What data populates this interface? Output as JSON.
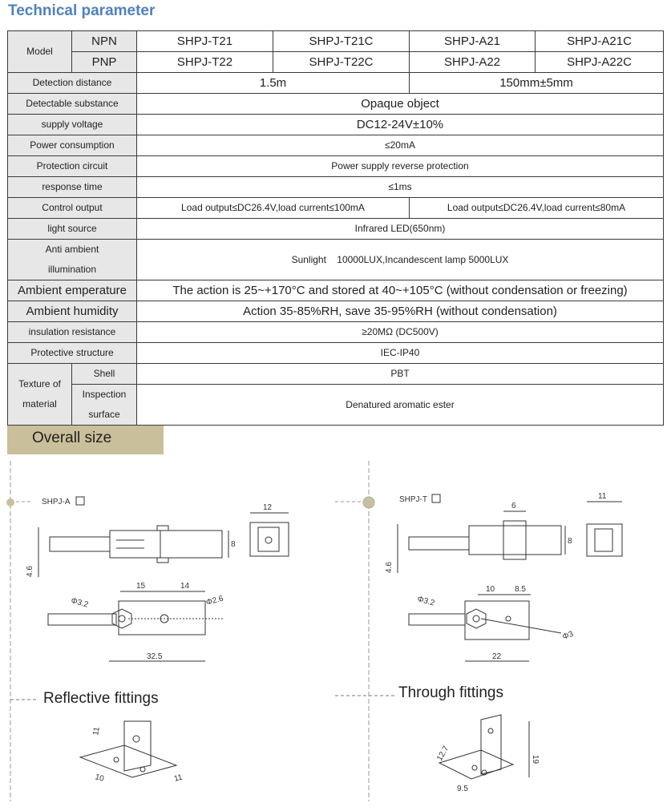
{
  "section_title": "Technical parameter",
  "table": {
    "model_label": "Model",
    "npn_label": "NPN",
    "pnp_label": "PNP",
    "npn_models": [
      "SHPJ-T21",
      "SHPJ-T21C",
      "SHPJ-A21",
      "SHPJ-A21C"
    ],
    "pnp_models": [
      "SHPJ-T22",
      "SHPJ-T22C",
      "SHPJ-A22",
      "SHPJ-A22C"
    ],
    "detection_distance": {
      "label": "Detection distance",
      "value_t": "1.5m",
      "value_a": "150mm±5mm"
    },
    "detectable_substance": {
      "label": "Detectable substance",
      "value": "Opaque object"
    },
    "supply_voltage": {
      "label": "supply voltage",
      "value": "DC12-24V±10%"
    },
    "power_consumption": {
      "label": "Power consumption",
      "value": "≤20mA"
    },
    "protection_circuit": {
      "label": "Protection circuit",
      "value": "Power supply reverse protection"
    },
    "response_time": {
      "label": "response time",
      "value": "≤1ms"
    },
    "control_output": {
      "label": "Control output",
      "value_t": "Load output≤DC26.4V,load current≤100mA",
      "value_a": "Load output≤DC26.4V,load current≤80mA"
    },
    "light_source": {
      "label": "light source",
      "value": "Infrared LED(650nm)"
    },
    "anti_ambient": {
      "label_line1": "Anti ambient",
      "label_line2": "illumination",
      "value": "Sunlight    10000LUX,Incandescent lamp 5000LUX"
    },
    "ambient_temperature": {
      "label": "Ambient emperature",
      "value": "The action is 25~+170°C and stored at 40~+105°C (without condensation or freezing)"
    },
    "ambient_humidity": {
      "label": "Ambient humidity",
      "value": "Action 35-85%RH, save 35-95%RH (without condensation)"
    },
    "insulation_resistance": {
      "label": "insulation resistance",
      "value": "≥20MΩ (DC500V)"
    },
    "protective_structure": {
      "label": "Protective structure",
      "value": "IEC-IP40"
    },
    "texture": {
      "label_line1": "Texture of",
      "label_line2": "material",
      "shell_label": "Shell",
      "shell_value": "PBT",
      "inspection_line1": "Inspection",
      "inspection_line2": "surface",
      "inspection_value": "Denatured aromatic ester"
    }
  },
  "overall_size": "Overall size",
  "drawings": {
    "left_model": "SHPJ-A",
    "right_model": "SHPJ-T",
    "left_dims": {
      "w12": "12",
      "h8": "8",
      "d46": "4.6",
      "d15": "15",
      "d14": "14",
      "phi32": "Φ3.2",
      "phi26": "Φ2.6",
      "d325": "32.5"
    },
    "right_dims": {
      "d6": "6",
      "w11": "11",
      "h8": "8",
      "d46": "4.6",
      "d10": "10",
      "d85": "8.5",
      "phi32": "Φ3.2",
      "phi3": "Φ3",
      "d22": "22"
    },
    "reflective_caption": "Reflective fittings",
    "through_caption": "Through fittings",
    "reflective_dims": {
      "d11a": "11",
      "d10": "10",
      "d11b": "11"
    },
    "through_dims": {
      "d127": "12.7",
      "d19": "19",
      "d95": "9.5"
    }
  }
}
